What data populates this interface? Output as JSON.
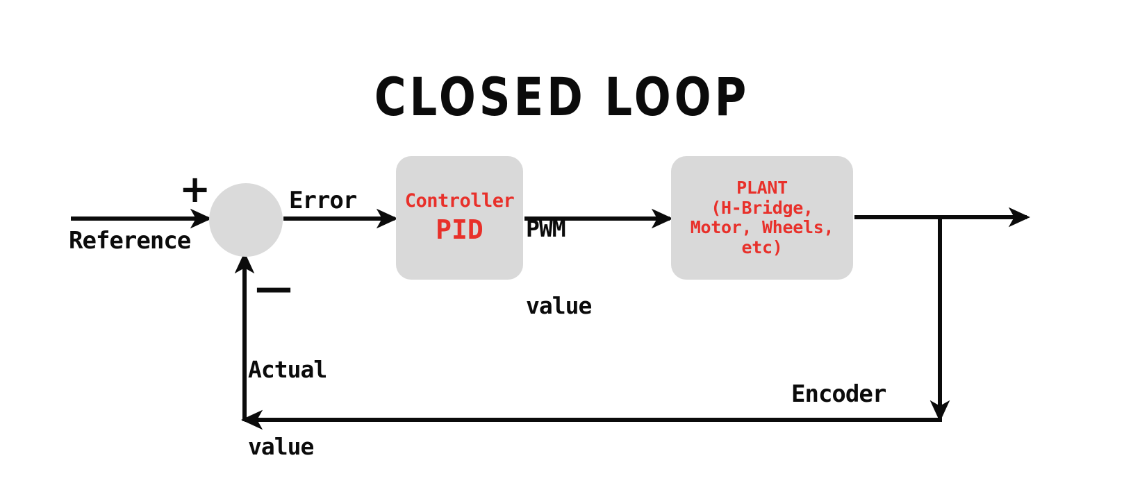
{
  "diagram": {
    "title": "CLOSED LOOP",
    "type": "control-system-block-diagram",
    "colors": {
      "background": "#ffffff",
      "block_fill": "#d9d9d9",
      "block_text": "#e8302a",
      "wire": "#0b0b0b",
      "label_text": "#0b0b0b"
    },
    "summing_junction": {
      "plus_sign": "+",
      "minus_sign": "—"
    },
    "blocks": [
      {
        "id": "controller",
        "lines": [
          "Controller",
          "PID"
        ]
      },
      {
        "id": "plant",
        "lines": [
          "PLANT",
          "(H-Bridge,",
          "Motor, Wheels,",
          "etc)"
        ]
      }
    ],
    "signals": {
      "reference": "Reference",
      "error": "Error",
      "pwm_value_line1": "PWM",
      "pwm_value_line2": "value",
      "actual_value_line1": "Actual",
      "actual_value_line2": "value",
      "encoder": "Encoder"
    }
  }
}
